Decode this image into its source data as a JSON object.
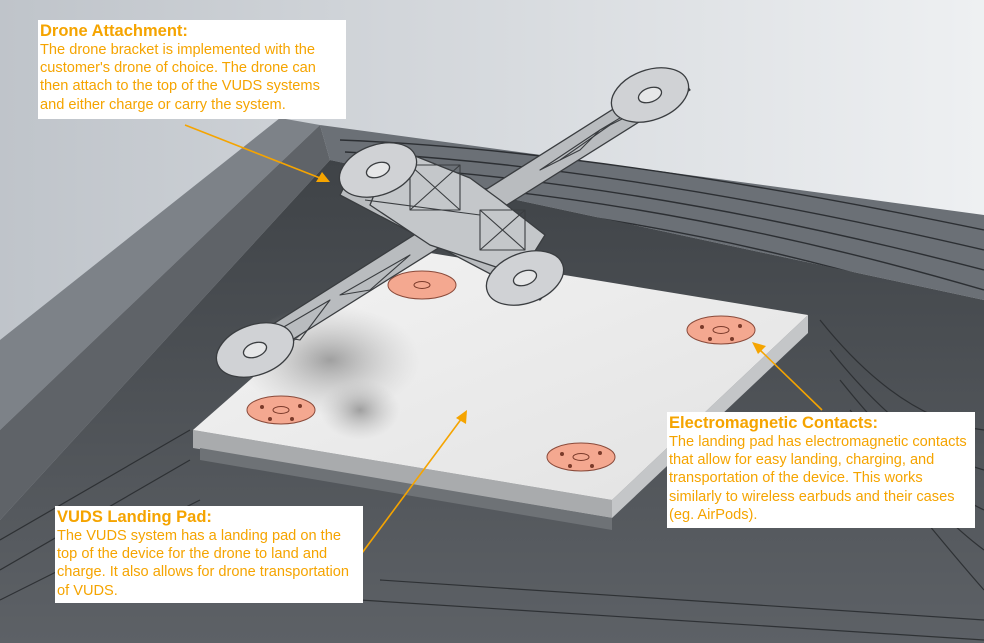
{
  "colors": {
    "accent": "#f5a400",
    "callout_bg": "#ffffff",
    "pad_surface": "#efefef",
    "contact_pad": "#f4a890",
    "enclosure": "#555a60"
  },
  "callouts": {
    "drone": {
      "title": "Drone Attachment:",
      "body": "The drone bracket is implemented with the customer's drone of choice. The drone can then attach to the top of the VUDS systems and either charge or carry the system."
    },
    "pad": {
      "title": "VUDS Landing Pad:",
      "body": "The VUDS system has a landing pad on the top of the device for the drone to land and charge. It also allows for drone transportation of VUDS."
    },
    "contacts": {
      "title": "Electromagnetic Contacts:",
      "body": "The landing pad has electromagnetic contacts that allow for easy landing, charging, and transportation of the device. This works similarly to wireless earbuds and their cases (eg. AirPods)."
    }
  }
}
